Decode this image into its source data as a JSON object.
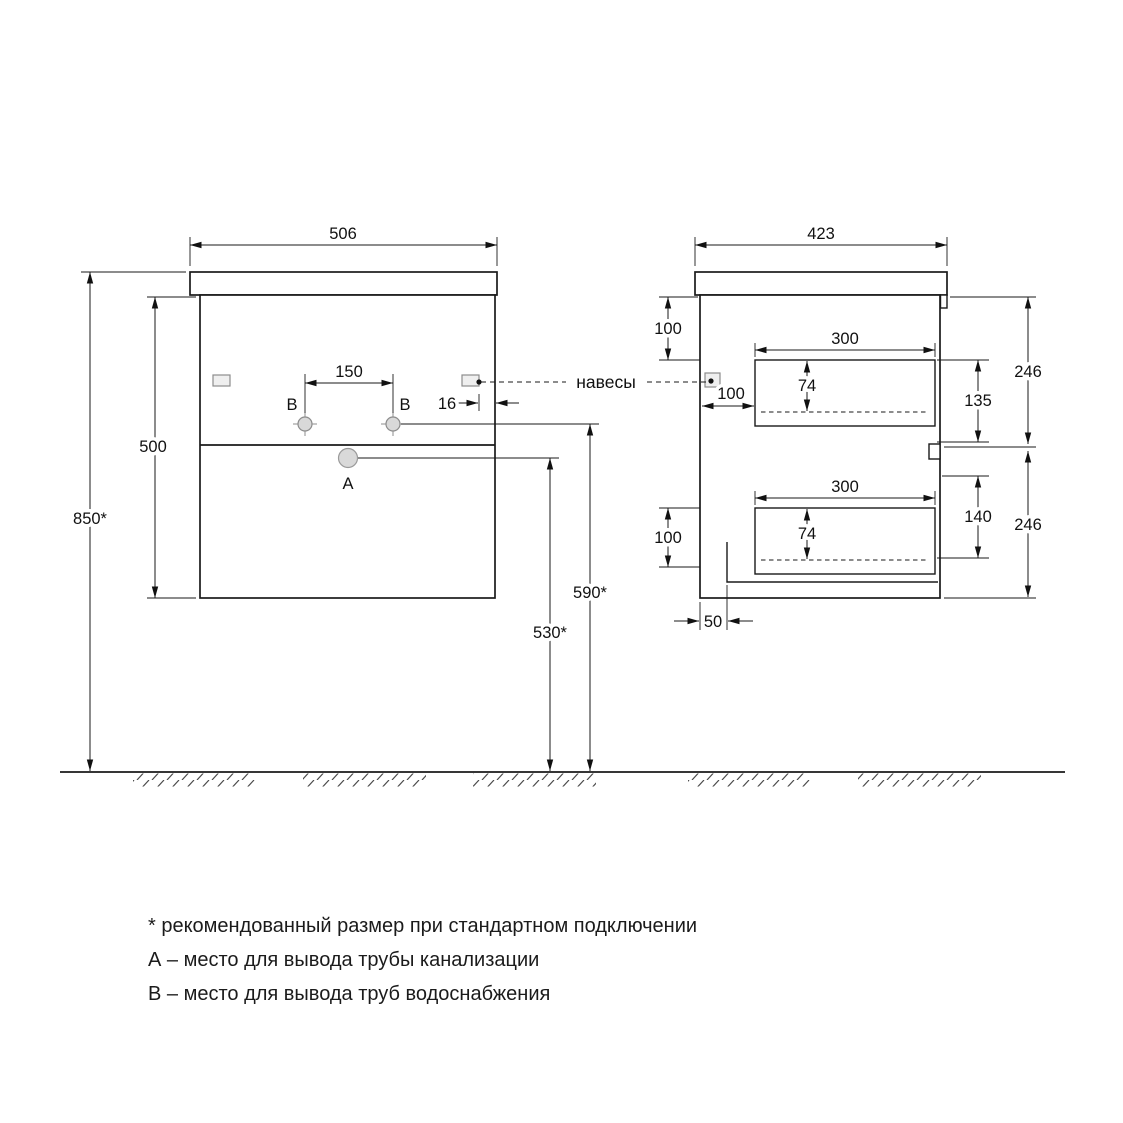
{
  "front_view": {
    "width": "506",
    "height": "500",
    "mount_height": "850*",
    "water_points_spacing": "150",
    "hanger_offset": "16",
    "label_b_left": "B",
    "label_b_right": "B",
    "label_a": "A",
    "height_b": "590*",
    "height_a": "530*"
  },
  "side_view": {
    "depth": "423",
    "gap_top": "100",
    "gap_back": "100",
    "gap_bottom": "100",
    "drawer_top_depth": "300",
    "drawer_top_inner": "74",
    "drawer_top_front": "135",
    "section_top": "246",
    "drawer_bottom_depth": "300",
    "drawer_bottom_inner": "74",
    "drawer_bottom_front": "140",
    "section_bottom": "246",
    "recess_depth": "50"
  },
  "callout": {
    "hangers": "навесы"
  },
  "notes": {
    "asterisk_note": "* рекомендованный размер при стандартном подключении",
    "a_note": "А – место для вывода трубы канализации",
    "b_note": "B – место для вывода труб водоснабжения"
  }
}
